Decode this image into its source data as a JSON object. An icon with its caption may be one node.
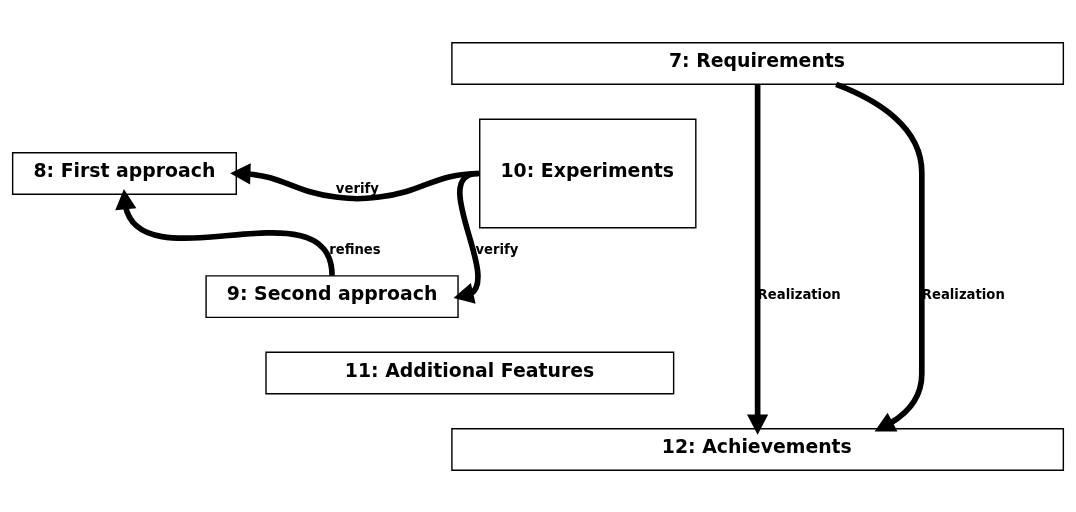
{
  "diagram": {
    "nodes": [
      {
        "text": [
          "7: Requirements"
        ]
      },
      {
        "text": [
          "8: First approach"
        ]
      },
      {
        "text": [
          "10: Experiments"
        ]
      },
      {
        "text": [
          "9: Second approach"
        ]
      },
      {
        "text": [
          "11: Additional Features"
        ]
      },
      {
        "text": [
          "12: Achievements"
        ]
      }
    ],
    "edges": [
      {
        "from": 0,
        "to": 5,
        "arrow": "to",
        "label": "Realization"
      },
      {
        "from": 2,
        "to": 1,
        "arrow": "to",
        "label": "verify"
      },
      {
        "from": 3,
        "to": 1,
        "arrow": "to",
        "label": "refines"
      },
      {
        "from": 2,
        "to": 3,
        "arrow": "to",
        "label": "verify"
      },
      {
        "from": 0,
        "to": 5,
        "arrow": "to",
        "label": "Realization"
      }
    ]
  }
}
